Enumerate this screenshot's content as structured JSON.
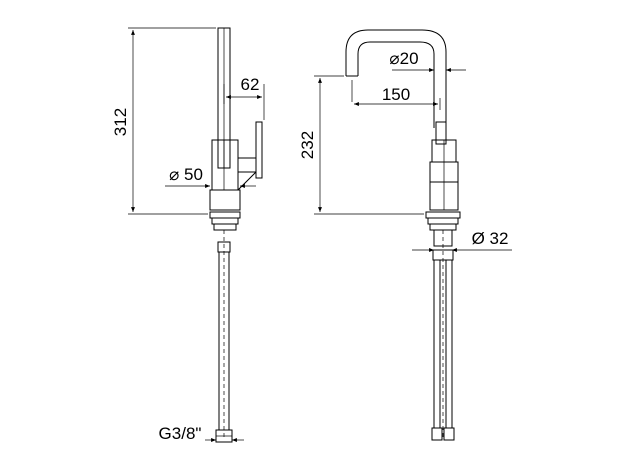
{
  "drawing": {
    "side_view": {
      "height_label": "312",
      "spout_offset_label": "62",
      "body_diameter_label": "⌀ 50",
      "connection_label": "G3/8\""
    },
    "front_view": {
      "spout_diameter_label": "⌀20",
      "spout_reach_label": "150",
      "spout_height_label": "232",
      "base_diameter_label": "Ø 32"
    }
  }
}
